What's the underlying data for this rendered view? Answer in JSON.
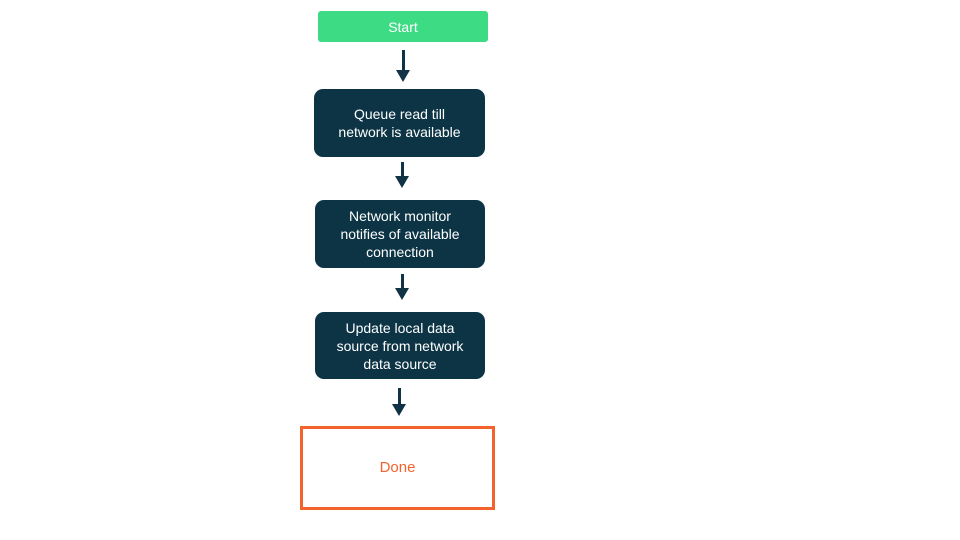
{
  "colors": {
    "canvas-bg": "#ffffff",
    "start-bg": "#3ddc84",
    "process-bg": "#0d3445",
    "arrow": "#123345",
    "done-border": "#f2632e",
    "done-text": "#f2632e",
    "node-text": "#ffffff"
  },
  "flowchart": {
    "nodes": [
      {
        "id": "start",
        "type": "start",
        "label": "Start"
      },
      {
        "id": "queue-read",
        "type": "process",
        "label": "Queue read till\nnetwork is available"
      },
      {
        "id": "network-monitor",
        "type": "process",
        "label": "Network monitor\nnotifies of available\nconnection"
      },
      {
        "id": "update-local-data",
        "type": "process",
        "label": "Update local data\nsource from network\ndata source"
      },
      {
        "id": "done",
        "type": "terminal",
        "label": "Done"
      }
    ],
    "edges": [
      {
        "from": "start",
        "to": "queue-read"
      },
      {
        "from": "queue-read",
        "to": "network-monitor"
      },
      {
        "from": "network-monitor",
        "to": "update-local-data"
      },
      {
        "from": "update-local-data",
        "to": "done"
      }
    ]
  }
}
